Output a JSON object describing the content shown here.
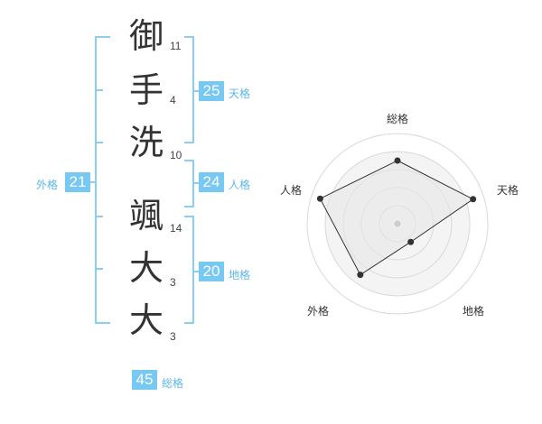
{
  "name": {
    "characters": [
      {
        "char": "御",
        "strokes": "11"
      },
      {
        "char": "手",
        "strokes": "4"
      },
      {
        "char": "洗",
        "strokes": "10"
      },
      {
        "char": "颯",
        "strokes": "14"
      },
      {
        "char": "大",
        "strokes": "3"
      },
      {
        "char": "大",
        "strokes": "3"
      }
    ]
  },
  "kaku": {
    "tenkaku": {
      "value": "25",
      "label": "天格"
    },
    "jinkaku": {
      "value": "24",
      "label": "人格"
    },
    "chikaku": {
      "value": "20",
      "label": "地格"
    },
    "gaikaku": {
      "value": "21",
      "label": "外格"
    },
    "soukaku": {
      "value": "45",
      "label": "総格"
    }
  },
  "radar": {
    "axes": [
      "総格",
      "天格",
      "地格",
      "外格",
      "人格"
    ],
    "values": [
      0.7,
      0.88,
      0.25,
      0.7,
      0.9
    ],
    "colors": {
      "fill": "#f2f2f2",
      "line": "#333333",
      "ring": "#d9d9d9",
      "center": "#cccccc"
    }
  },
  "colors": {
    "accent": "#77c8f3",
    "bracket": "#8ccdf2",
    "accent_text": "#5cb7ea"
  }
}
